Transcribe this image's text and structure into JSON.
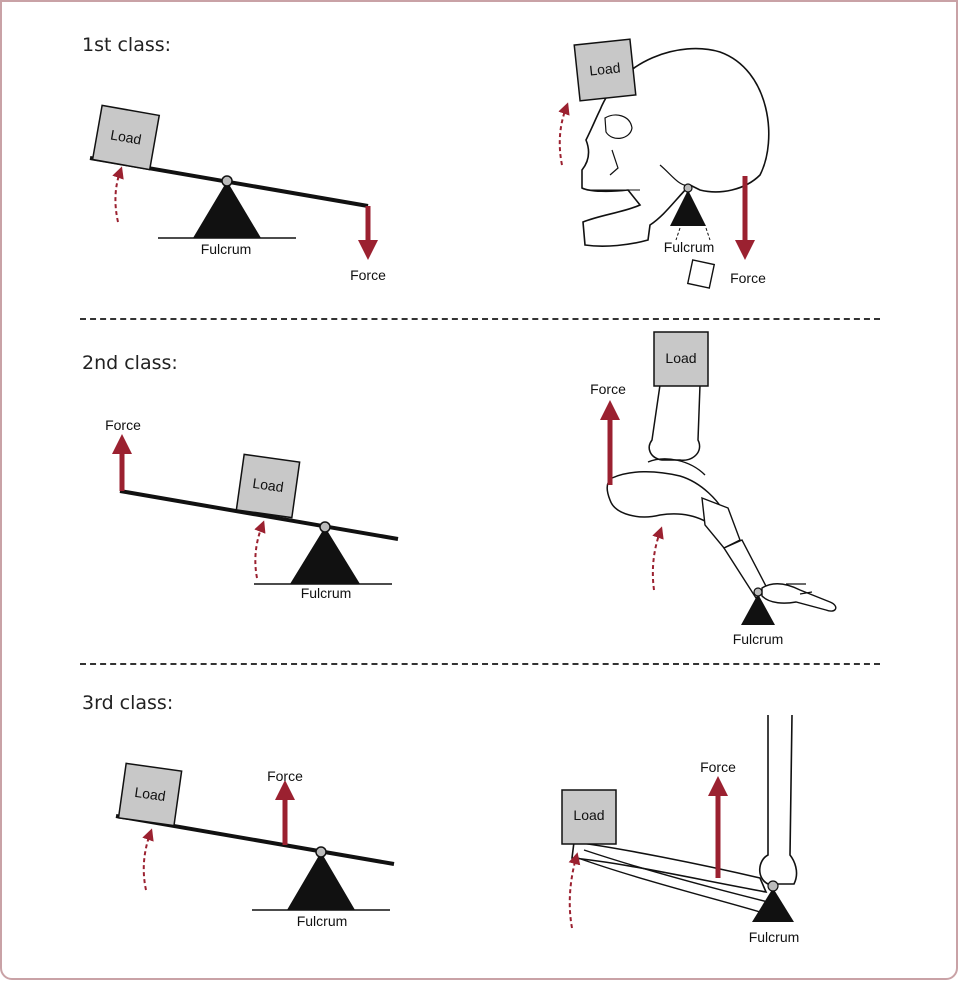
{
  "sections": [
    {
      "title": "1st class:"
    },
    {
      "title": "2nd class:"
    },
    {
      "title": "3rd class:"
    }
  ],
  "labels": {
    "load": "Load",
    "force": "Force",
    "fulcrum": "Fulcrum"
  },
  "colors": {
    "force_arrow": "#9b2130",
    "load_box": "#c8c8c8",
    "fulcrum": "#111111",
    "frame_border": "#c9a2a6"
  }
}
